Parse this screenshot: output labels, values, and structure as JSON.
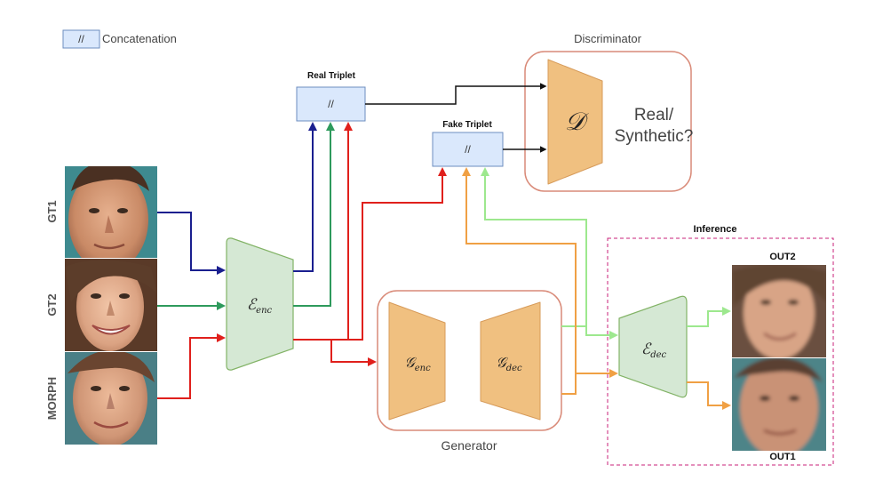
{
  "legend": {
    "symbol": "//",
    "label": "Concatenation"
  },
  "discriminator": {
    "title": "Discriminator",
    "symbol": "𝒟",
    "output_line1": "Real/",
    "output_line2": "Synthetic?"
  },
  "real_triplet": {
    "title": "Real Triplet",
    "symbol": "//"
  },
  "fake_triplet": {
    "title": "Fake Triplet",
    "symbol": "//"
  },
  "inputs": [
    {
      "label": "GT1",
      "face": "face-man"
    },
    {
      "label": "GT2",
      "face": "face-woman"
    },
    {
      "label": "MORPH",
      "face": "face-morph"
    }
  ],
  "encoder": {
    "symbol": "ℰ",
    "sub": "enc"
  },
  "generator": {
    "title": "Generator",
    "g_enc": {
      "symbol": "𝒢",
      "sub": "enc"
    },
    "g_dec": {
      "symbol": "𝒢",
      "sub": "dec"
    }
  },
  "inference": {
    "title": "Inference",
    "decoder": {
      "symbol": "ℰ",
      "sub": "dec"
    },
    "outputs": [
      {
        "label": "OUT2",
        "face": "face-woman-blurred"
      },
      {
        "label": "OUT1",
        "face": "face-man-blurred"
      }
    ]
  },
  "colors": {
    "gt1_arrow": "#1a1f8f",
    "gt2_arrow": "#2e9a5c",
    "morph_arrow": "#e0201c",
    "out1_arrow": "#f0a044",
    "out2_arrow": "#9de88e",
    "encoder_fill": "#d5e8d4",
    "encoder_stroke": "#82b366",
    "generator_fill": "#f0c080",
    "generator_stroke": "#d79b5a",
    "concat_fill": "#dae8fc",
    "concat_stroke": "#6c8ebf",
    "container_stroke": "#d98a78",
    "inference_border": "#c8207a"
  }
}
